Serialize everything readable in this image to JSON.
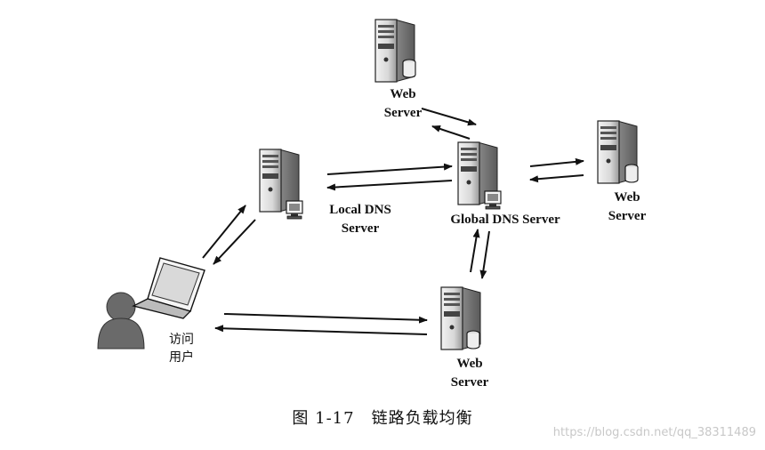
{
  "nodes": {
    "web_top": {
      "line1": "Web",
      "line2": "Server"
    },
    "web_right": {
      "line1": "Web",
      "line2": "Server"
    },
    "web_bottom": {
      "line1": "Web",
      "line2": "Server"
    },
    "local_dns": {
      "line1": "Local DNS",
      "line2": "Server"
    },
    "global_dns": {
      "line1": "Global DNS Server"
    },
    "user": {
      "line1": "访问",
      "line2": "用户"
    }
  },
  "caption": "图 1-17　链路负载均衡",
  "watermark": "https://blog.csdn.net/qq_38311489"
}
